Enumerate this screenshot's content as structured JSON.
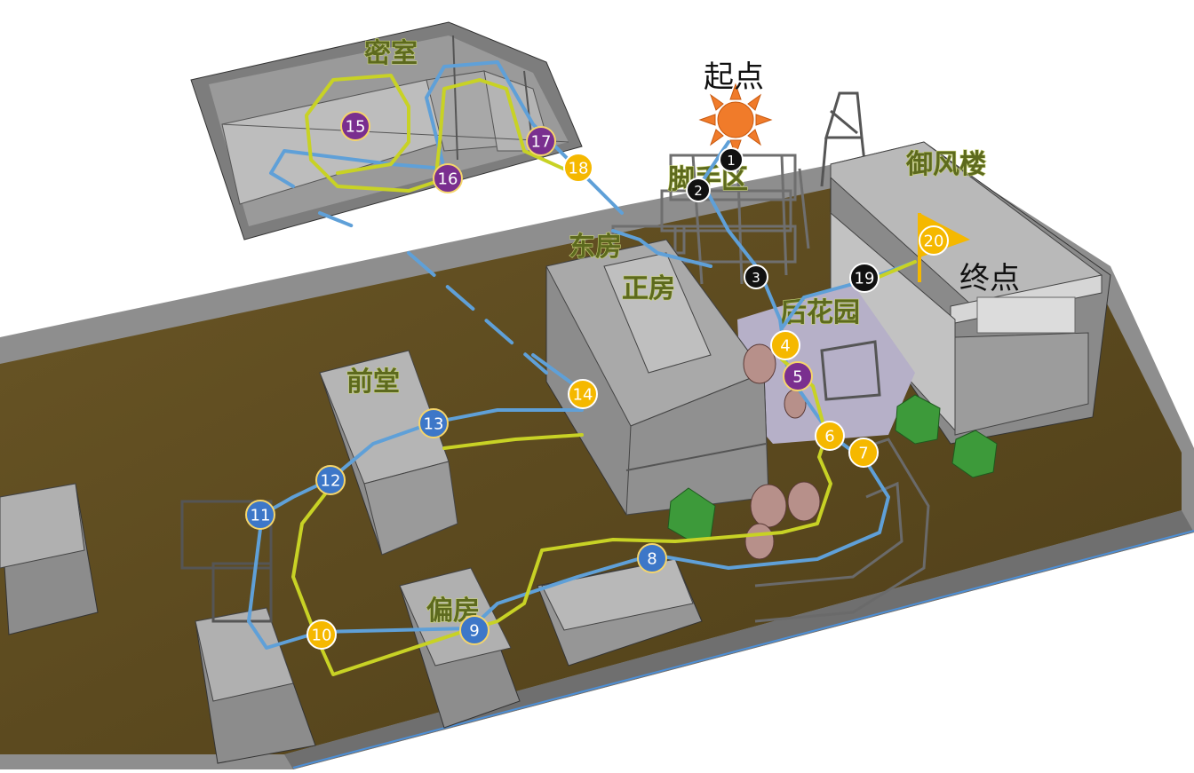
{
  "map": {
    "start_label": "起点",
    "end_label": "终点",
    "area_labels": {
      "secret_room": "密室",
      "scaffold": "脚手区",
      "east_room": "东房",
      "main_room": "正房",
      "back_garden": "后花园",
      "front_hall": "前堂",
      "yufeng_tower": "御风楼",
      "side_room": "偏房"
    },
    "waypoint_colors": {
      "black": "#111111",
      "yellow": "#f5b800",
      "purple": "#7a2f8f",
      "blue": "#3d77c8"
    },
    "path_colors": {
      "route_blue": "#5fa0d8",
      "route_yellow": "#c8d225"
    },
    "waypoints": [
      {
        "label": "1",
        "color": "black"
      },
      {
        "label": "2",
        "color": "black"
      },
      {
        "label": "3",
        "color": "black"
      },
      {
        "label": "4",
        "color": "yellow"
      },
      {
        "label": "5",
        "color": "purple"
      },
      {
        "label": "6",
        "color": "yellow"
      },
      {
        "label": "7",
        "color": "yellow"
      },
      {
        "label": "8",
        "color": "blue"
      },
      {
        "label": "9",
        "color": "blue"
      },
      {
        "label": "10",
        "color": "yellow"
      },
      {
        "label": "11",
        "color": "blue"
      },
      {
        "label": "12",
        "color": "blue"
      },
      {
        "label": "13",
        "color": "blue"
      },
      {
        "label": "14",
        "color": "yellow"
      },
      {
        "label": "15",
        "color": "purple"
      },
      {
        "label": "16",
        "color": "purple"
      },
      {
        "label": "17",
        "color": "purple"
      },
      {
        "label": "18",
        "color": "yellow"
      },
      {
        "label": "19",
        "color": "black"
      },
      {
        "label": "20",
        "color": "yellow"
      }
    ]
  }
}
